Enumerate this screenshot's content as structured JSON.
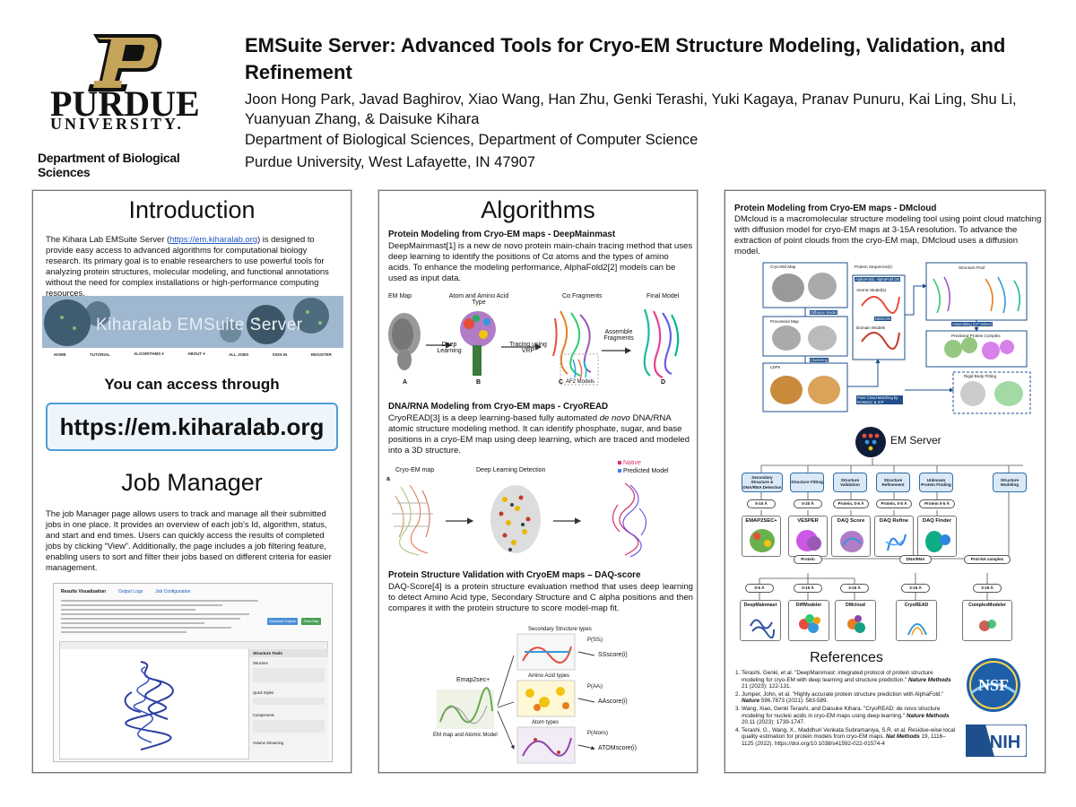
{
  "header": {
    "logo_word": "PURDUE",
    "logo_univ": "UNIVERSITY.",
    "logo_dept": "Department of Biological Sciences",
    "title": "EMSuite Server: Advanced Tools for Cryo-EM Structure Modeling, Validation, and Refinement",
    "authors": "Joon Hong Park, Javad Baghirov, Xiao Wang, Han Zhu, Genki Terashi, Yuki Kagaya, Pranav Punuru, Kai Ling, Shu Li, Yuanyuan Zhang, & Daisuke Kihara",
    "affiliation_1": "Department of Biological Sciences, Department of Computer Science",
    "affiliation_2": "Purdue University, West Lafayette, IN 47907"
  },
  "intro": {
    "title": "Introduction",
    "text_pre": "The Kihara Lab EMSuite Server (",
    "link": "https://em.kiharalab.org",
    "text_post": ") is designed to provide easy access to advanced algorithms for computational biology research. Its primary goal is to enable researchers to use powerful tools for analyzing protein structures, molecular modeling, and functional annotations without the need for complex installations or high-performance computing resources.",
    "banner_title": "Kiharalab EMSuite Server",
    "banner_nav": [
      "HOME",
      "TUTORIAL",
      "ALGORITHMS ▾",
      "ABOUT ▾",
      "ALL JOBS",
      "SIGN IN",
      "REGISTER"
    ],
    "access_label": "You can access through",
    "access_url": "https://em.kiharalab.org"
  },
  "job_manager": {
    "title": "Job Manager",
    "text": "The job Manager page allows users to track and manage all their submitted jobs in one place. It provides an overview of each job’s Id, algorithm, status, and start and end times. Users can quickly access the results of completed jobs by clicking “View”. Additionally, the page includes a job filtering feature, enabling users to sort and filter their jobs based on different criteria for easier management.",
    "shot_tabs": [
      "Results Visualization",
      "Output Logs",
      "Job Configuration"
    ],
    "shot_btn_download": "Download Outputs",
    "shot_btn_show": "Show Map",
    "shot_panel_title": "Structure Tools",
    "shot_panel_items": [
      "Structure",
      "Quick Styles",
      "Components",
      "Volume Streaming"
    ]
  },
  "algorithms": {
    "title": "Algorithms",
    "deepmainmast": {
      "heading": "Protein Modeling from Cryo-EM maps - DeepMainmast",
      "text": "DeepMainmast[1] is a new de novo protein main-chain tracing method that uses deep learning to identify the positions of Cα atoms and the types of amino acids. To enhance the modeling performance, AlphaFold2[2] models can be used as input data.",
      "labels": [
        "EM Map",
        "Atom and Amino Acid Type",
        "Cα Fragments",
        "Final Model",
        "Deep Learning",
        "Tracing using VRP",
        "Assemble Fragments",
        "AF2 Models",
        "A",
        "B",
        "C",
        "D"
      ]
    },
    "cryoread": {
      "heading": "DNA/RNA Modeling from Cryo-EM maps - CryoREAD",
      "text_pre": "CryoREAD[3] is a deep learning-based fully automated ",
      "text_em": "de novo",
      "text_post": " DNA/RNA atomic structure modeling method. It can identify phosphate, sugar, and base positions in a cryo-EM map using deep learning, which are traced and modeled into a 3D structure.",
      "labels": [
        "Cryo-EM map",
        "Deep Learning Detection",
        "Native",
        "Predicted Model",
        "a"
      ]
    },
    "daqscore": {
      "heading": "Protein Structure Validation with CryoEM maps – DAQ-score",
      "text": "DAQ-Score[4] is a protein structure evaluation method that uses deep learning to detect Amino Acid type, Secondary Structure and C alpha positions and then compares it with the protein structure to score model-map fit.",
      "labels": [
        "Secondary Structure types",
        "P(SSᵢ)",
        "SSscore(i)",
        "Emap2sec+",
        "Amino Acid types",
        "P(AAᵢ)",
        "AAscore(i)",
        "EM map and Atomic Model",
        "Atom types",
        "P(Atomᵢ)",
        "ATOMscore(i)"
      ]
    }
  },
  "dmcloud": {
    "heading": "Protein Modeling from Cryo-EM maps - DMcloud",
    "text": "DMcloud is a macromolecular structure modeling tool using point cloud matching with diffusion model for cryo-EM maps at 3-15A resolution. To advance the extraction of point clouds from the cryo-EM map, DMcloud uses a diffusion model.",
    "labels": [
      "Cryo-EM Map",
      "Protein Sequence(s)",
      "AlphaFold2, AlphaFold DB",
      "Structure Pool",
      "Diffusion Model",
      "Atomic Model(s)",
      "Processed Map",
      "DBSCAN",
      "Assembling (CP Solver)",
      "Domain Models",
      "Predicted Protein Complex",
      "Clustering",
      "LDPs",
      "Point Cloud Matching by RANSAC & ICP",
      "Rigid Body Fitting"
    ]
  },
  "em_server": {
    "title": "EM Server",
    "categories": [
      "Secondary Structure & DNA/RNA Detection",
      "Structure Fitting",
      "Structure Validation",
      "Structure Refinement",
      "Unknown Protein Finding",
      "Structure Modeling"
    ],
    "ranges_top": [
      "5-10 Å",
      "0-20 Å",
      "Protein, 0-5 Å",
      "Protein, 0-5 Å",
      "Protein 0-5 Å"
    ],
    "tools_top": [
      "EMAP2SEC+",
      "VESPER",
      "DAQ Score",
      "DAQ Refine",
      "DAQ Finder"
    ],
    "groups": [
      "Protein",
      "DNA/RNA",
      "Prot-NA complex"
    ],
    "ranges_bottom": [
      "0-5 Å",
      "0-15 Å",
      "3-15 Å",
      "3-15 Å",
      "3-15 Å"
    ],
    "tools_bottom": [
      "DeepMainmast",
      "DiffModeler",
      "DMcloud",
      "CryoREAD",
      "ComplexModeler"
    ]
  },
  "references": {
    "title": "References",
    "items": [
      {
        "pre": "Terashi, Genki, et al. \"DeepMainmast: integrated protocol of protein structure modeling for cryo-EM with deep learning and structure prediction.\" ",
        "journal": "Nature Methods",
        "post": " 21 (2023): 122-131."
      },
      {
        "pre": "Jumper, John, et al. \"Highly accurate protein structure prediction with AlphaFold.\" ",
        "journal": "Nature",
        "post": " 596.7873 (2021): 583-589."
      },
      {
        "pre": "Wang, Xiao, Genki Terashi, and Daisuke Kihara. \"CryoREAD: de novo structure modeling for nucleic acids in cryo-EM maps using deep learning.\" ",
        "journal": "Nature Methods",
        "post": " 20.11 (2023): 1739-1747."
      },
      {
        "pre": "Terashi, G., Wang, X., Maddhuri Venkata Subramaniya, S.R. et al. Residue-wise local quality estimation for protein models from cryo-EM maps. ",
        "journal": "Nat Methods",
        "post": " 19, 1116–1125 (2022). https://doi.org/10.1038/s41592-022-01574-4"
      }
    ],
    "nsf": "NSF",
    "nih": "NIH"
  },
  "colors": {
    "purdue_gold": "#c4a35a",
    "link_blue": "#1a55c0",
    "url_box_border": "#4aa0d8",
    "ems_box": "#dbe9f6",
    "nsf_blue": "#1f5fa8",
    "nih_blue": "#1e4f8c"
  }
}
